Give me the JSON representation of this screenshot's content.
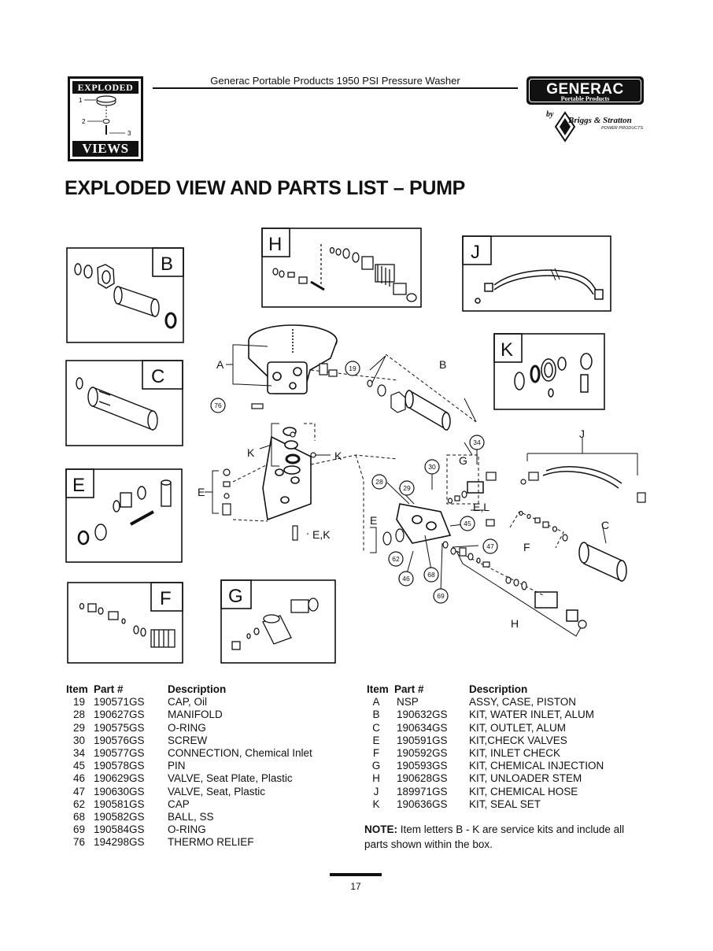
{
  "header": {
    "doc_title": "Generac Portable Products 1950 PSI Pressure Washer",
    "logo_top": "EXPLODED",
    "logo_bottom": "VIEWS",
    "logo_callouts": [
      "1",
      "2",
      "3"
    ],
    "brand": "GENERAC",
    "brand_sub": "Portable Products",
    "by": "by",
    "partner": "Briggs & Stratton",
    "partner_sub": "POWER PRODUCTS"
  },
  "page_title": "EXPLODED VIEW AND PARTS LIST – PUMP",
  "diagram": {
    "kit_box_labels": [
      "B",
      "H",
      "J",
      "C",
      "K",
      "E",
      "F",
      "G"
    ],
    "main_letters": [
      "A",
      "B",
      "K",
      "K",
      "J",
      "E",
      "G",
      "C",
      "F",
      "H"
    ],
    "combo_labels": [
      "E,L",
      "E,K"
    ],
    "callouts": [
      "19",
      "76",
      "34",
      "30",
      "28",
      "29",
      "45",
      "47",
      "62",
      "46",
      "68",
      "69"
    ]
  },
  "parts_left": {
    "headers": {
      "item": "Item",
      "part": "Part #",
      "desc": "Description"
    },
    "rows": [
      {
        "item": "19",
        "part": "190571GS",
        "desc": "CAP, Oil"
      },
      {
        "item": "28",
        "part": "190627GS",
        "desc": "MANIFOLD"
      },
      {
        "item": "29",
        "part": "190575GS",
        "desc": "O-RING"
      },
      {
        "item": "30",
        "part": "190576GS",
        "desc": "SCREW"
      },
      {
        "item": "34",
        "part": "190577GS",
        "desc": "CONNECTION, Chemical Inlet"
      },
      {
        "item": "45",
        "part": "190578GS",
        "desc": "PIN"
      },
      {
        "item": "46",
        "part": "190629GS",
        "desc": "VALVE, Seat Plate, Plastic"
      },
      {
        "item": "47",
        "part": "190630GS",
        "desc": "VALVE, Seat, Plastic"
      },
      {
        "item": "62",
        "part": "190581GS",
        "desc": "CAP"
      },
      {
        "item": "68",
        "part": "190582GS",
        "desc": "BALL, SS"
      },
      {
        "item": "69",
        "part": "190584GS",
        "desc": "O-RING"
      },
      {
        "item": "76",
        "part": "194298GS",
        "desc": "THERMO RELIEF"
      }
    ]
  },
  "parts_right": {
    "headers": {
      "item": "Item",
      "part": "Part #",
      "desc": "Description"
    },
    "rows": [
      {
        "item": "A",
        "part": "NSP",
        "desc": "ASSY, CASE, PISTON"
      },
      {
        "item": "B",
        "part": "190632GS",
        "desc": "KIT, WATER INLET, ALUM"
      },
      {
        "item": "C",
        "part": "190634GS",
        "desc": "KIT, OUTLET, ALUM"
      },
      {
        "item": "E",
        "part": "190591GS",
        "desc": "KIT,CHECK VALVES"
      },
      {
        "item": "F",
        "part": "190592GS",
        "desc": "KIT, INLET CHECK"
      },
      {
        "item": "G",
        "part": "190593GS",
        "desc": "KIT, CHEMICAL INJECTION"
      },
      {
        "item": "H",
        "part": "190628GS",
        "desc": "KIT, UNLOADER STEM"
      },
      {
        "item": "J",
        "part": "189971GS",
        "desc": "KIT, CHEMICAL HOSE"
      },
      {
        "item": "K",
        "part": "190636GS",
        "desc": "KIT, SEAL SET"
      }
    ]
  },
  "note": {
    "label": "NOTE:",
    "text": " Item letters B - K are service kits and include all parts shown within the box."
  },
  "page_number": "17"
}
